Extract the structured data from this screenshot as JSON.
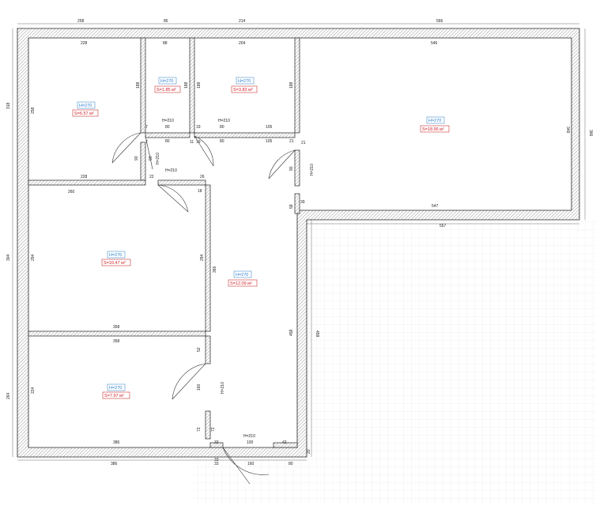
{
  "rooms": [
    {
      "height": "H=270",
      "area": "S=6.57 м²"
    },
    {
      "height": "H=270",
      "area": "S=1.85 м²"
    },
    {
      "height": "H=270",
      "area": "S=3.83 м²"
    },
    {
      "height": "H=270",
      "area": "S=18.96 м²"
    },
    {
      "height": "H=270",
      "area": "S=10.47 м²"
    },
    {
      "height": "H=270",
      "area": "S=12.09 м²"
    },
    {
      "height": "H=270",
      "area": "S=7.97 м²"
    }
  ],
  "doors": [
    "H=210",
    "H=210",
    "H=210",
    "H=210",
    "H=210",
    "H=210",
    "H=210"
  ],
  "dims": {
    "top_outer": [
      "258",
      "86",
      "214",
      "566"
    ],
    "top_inner": [
      "228",
      "88",
      "204",
      "546"
    ],
    "left_outer": [
      "318",
      "304",
      "264"
    ],
    "right_outer": "366",
    "bottom_outer": [
      "386",
      "33",
      "160",
      "80"
    ],
    "right_lower": "458",
    "misc": [
      "188",
      "188",
      "188",
      "188",
      "258",
      "349",
      "228",
      "260",
      "294",
      "294",
      "358",
      "358",
      "224",
      "386",
      "366",
      "458",
      "547",
      "557",
      "80",
      "80",
      "80",
      "80",
      "105",
      "105",
      "7",
      "7",
      "19",
      "11",
      "19",
      "21",
      "21",
      "90",
      "90",
      "90",
      "22",
      "26",
      "18",
      "52",
      "160",
      "72",
      "72",
      "33",
      "100",
      "42",
      "33",
      "20",
      "39",
      "58"
    ]
  }
}
